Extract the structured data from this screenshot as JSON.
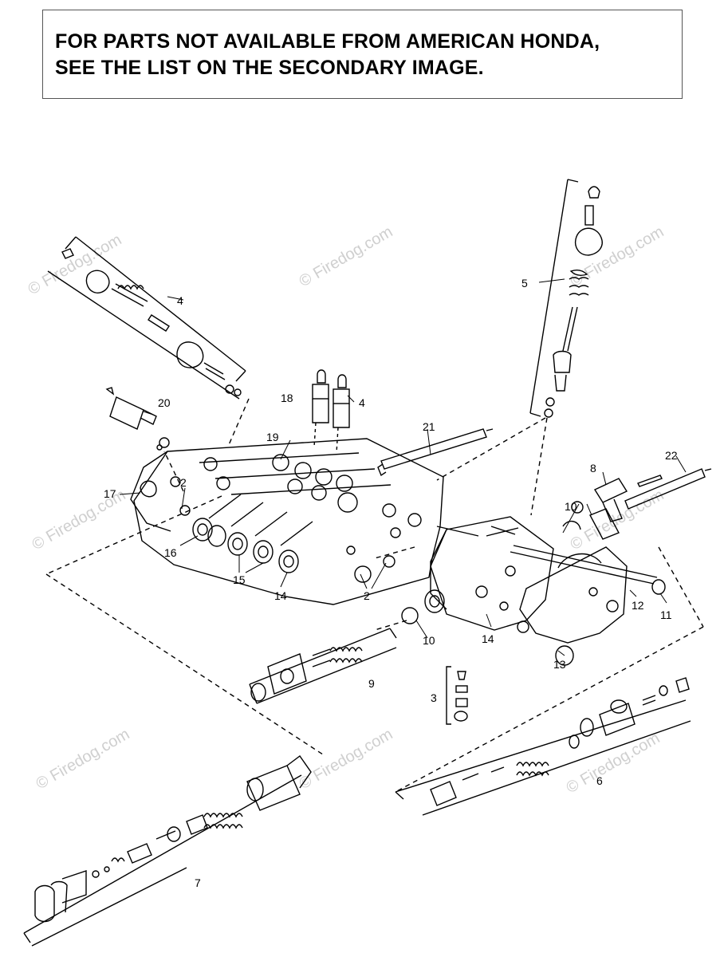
{
  "notice": {
    "line1": "FOR PARTS NOT AVAILABLE FROM AMERICAN HONDA,",
    "line2": "SEE THE LIST ON THE SECONDARY IMAGE."
  },
  "watermark": "© Firedog.com",
  "callouts": [
    "4",
    "5",
    "20",
    "18",
    "4",
    "19",
    "21",
    "8",
    "22",
    "17",
    "2",
    "10",
    "16",
    "15",
    "14",
    "2",
    "12",
    "11",
    "10",
    "14",
    "13",
    "9",
    "3",
    "6",
    "7"
  ]
}
